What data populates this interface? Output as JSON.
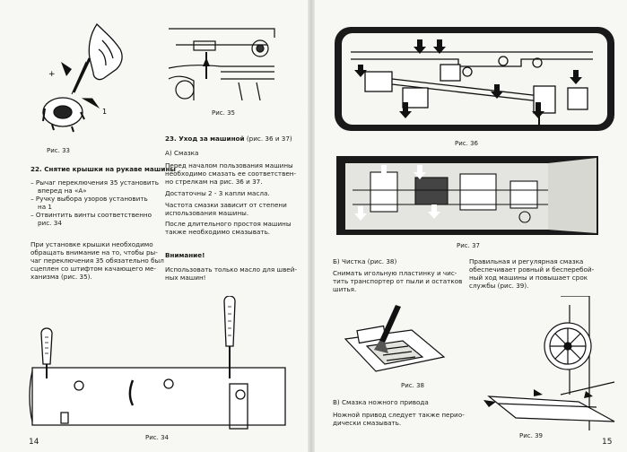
{
  "left": {
    "fig33_caption": "Рис. 33",
    "fig35_caption": "Рис. 35",
    "fig34_caption": "Рис. 34",
    "section22": {
      "heading": "22. Снятие крышки на рукаве машины",
      "items": [
        "– Рычаг переключения 35 установить",
        "вперед на «А»",
        "– Ручку выбора узоров установить",
        "на 1",
        "– Отвинтить винты соответственно",
        "рис. 34"
      ],
      "paragraph": [
        "При установке крышки необходимо",
        "обращать внимание на то, чтобы ры-",
        "чаг переключения 35 обязательно был",
        "сцеплен со штифтом качающего ме-",
        "ханизма (рис. 35)."
      ]
    },
    "section23": {
      "heading": "23. Уход за машиной",
      "heading_ref": "(рис. 36 и 37)",
      "sub_a": "А) Смазка",
      "para1": [
        "Перед началом пользования машины",
        "необходимо смазать ее соответствен-",
        "но стрелкам на рис. 36 и 37."
      ],
      "para2": "Достаточны 2 - 3 капли масла.",
      "para3": [
        "Частота смазки зависит от степени",
        "использования машины."
      ],
      "para4": [
        "После длительного простоя машины",
        "также необходимо смазывать."
      ],
      "attention": "Внимание!",
      "para5": [
        "Использовать только масло для швей-",
        "ных машин!"
      ]
    },
    "page_number": "14"
  },
  "right": {
    "fig36_caption": "Рис. 36",
    "fig37_caption": "Рис. 37",
    "fig38_caption": "Рис. 38",
    "fig39_caption": "Рис. 39",
    "sub_b": "Б) Чистка (рис. 38)",
    "para_b": [
      "Снимать игольную пластинку и чис-",
      "тить транспортер от пыли и остатков",
      "шитья."
    ],
    "para_lub": [
      "Правильная и регулярная смазка",
      "обеспечивает ровный и бесперебой-",
      "ный ход машины и повышает срок",
      "службы (рис. 39)."
    ],
    "sub_c": "В) Смазка ножного привода",
    "para_c": [
      "Ножной привод следует также перио-",
      "дически смазывать."
    ],
    "page_number": "15"
  }
}
